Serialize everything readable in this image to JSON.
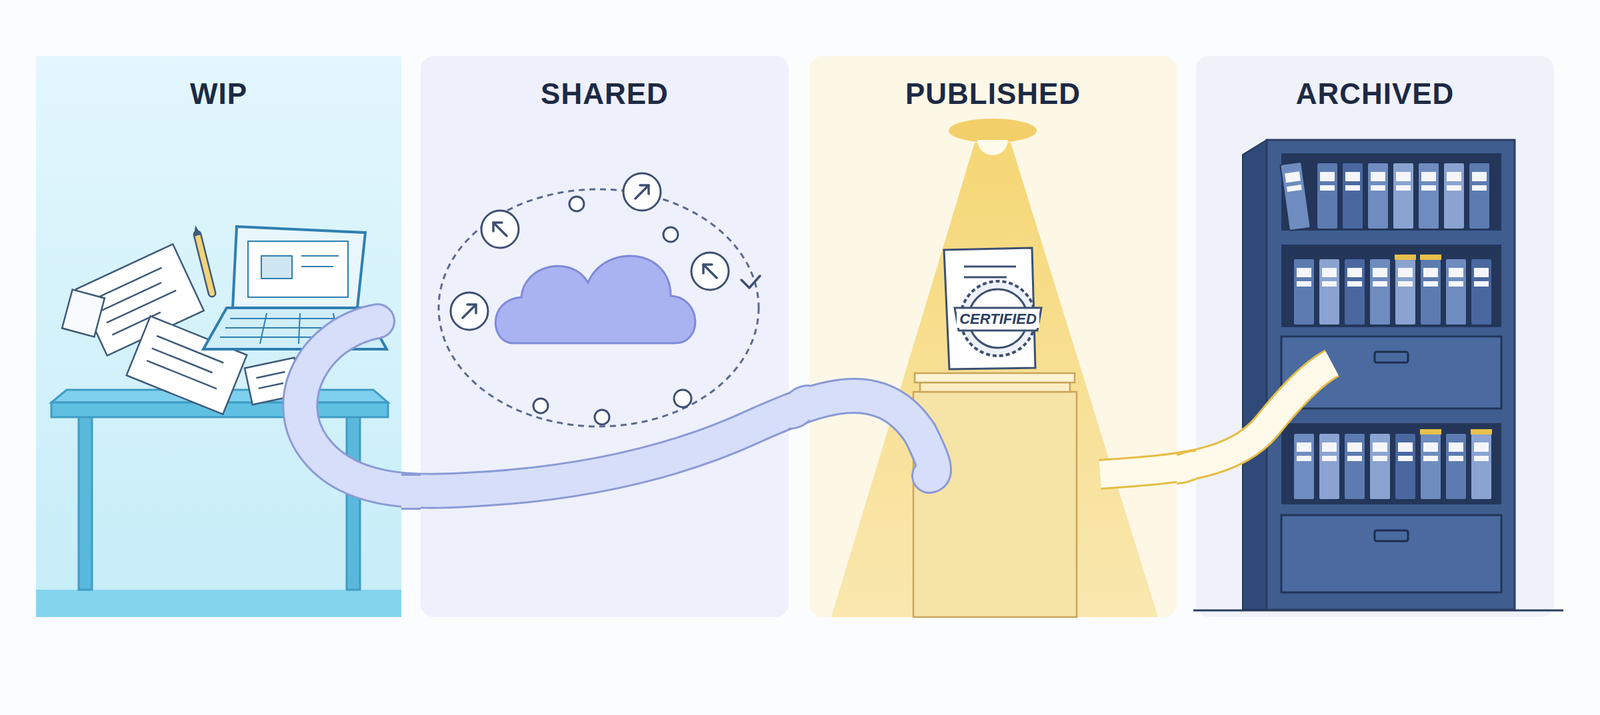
{
  "diagram": {
    "nodes": [
      {
        "text": [
          "WIP"
        ]
      },
      {
        "text": [
          "SHARED"
        ]
      },
      {
        "text": [
          "PUBLISHED"
        ]
      },
      {
        "text": [
          "ARCHIVED"
        ]
      }
    ],
    "edges": [
      {
        "from": 0,
        "to": 1,
        "arrow": "none"
      },
      {
        "from": 1,
        "to": 2,
        "arrow": "none"
      },
      {
        "from": 2,
        "to": 3,
        "arrow": "none"
      }
    ],
    "labels": [
      "CERTIFIED"
    ]
  }
}
